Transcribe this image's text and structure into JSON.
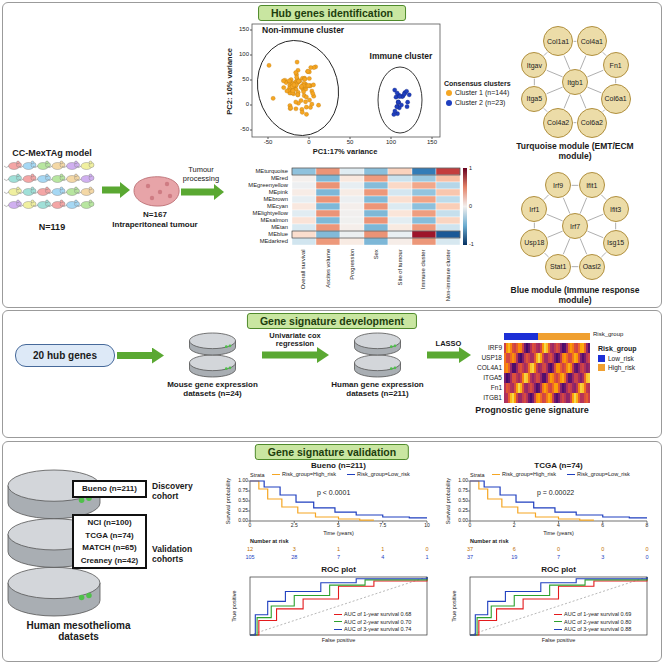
{
  "diagram": {
    "nodes": [
      {
        "text": [
          "Hub genes identification"
        ]
      },
      {
        "text": [
          "Itgav"
        ],
        "in": 0
      },
      {
        "text": [
          "Col1a1"
        ],
        "in": 0
      },
      {
        "text": [
          "Col4a1"
        ],
        "in": 0
      },
      {
        "text": [
          "Fn1"
        ],
        "in": 0
      },
      {
        "text": [
          "Col6a1"
        ],
        "in": 0
      },
      {
        "text": [
          "Col6a2"
        ],
        "in": 0
      },
      {
        "text": [
          "Col4a2"
        ],
        "in": 0
      },
      {
        "text": [
          "Itga5"
        ],
        "in": 0
      },
      {
        "text": [
          "Itgb1"
        ],
        "in": 0
      },
      {
        "text": [
          "Irf1"
        ],
        "in": 0
      },
      {
        "text": [
          "Irf9"
        ],
        "in": 0
      },
      {
        "text": [
          "Ifit1"
        ],
        "in": 0
      },
      {
        "text": [
          "Ifit3"
        ],
        "in": 0
      },
      {
        "text": [
          "Isg15"
        ],
        "in": 0
      },
      {
        "text": [
          "Oasl2"
        ],
        "in": 0
      },
      {
        "text": [
          "Stat1"
        ],
        "in": 0
      },
      {
        "text": [
          "Usp18"
        ],
        "in": 0
      },
      {
        "text": [
          "Irf7"
        ],
        "in": 0
      },
      {
        "text": [
          "Gene signature development"
        ]
      },
      {
        "text": [
          "20 hub genes"
        ],
        "in": 19
      },
      {
        "text": [
          "Mouse gene expression datasets (n=24)"
        ],
        "in": 19
      },
      {
        "text": [
          "Human gene expression datasets (n=211)"
        ],
        "in": 19
      },
      {
        "text": [
          "Prognostic gene signature"
        ],
        "in": 19
      },
      {
        "text": [
          "Gene signature validation"
        ]
      },
      {
        "text": [
          "Human mesothelioma datasets"
        ],
        "in": 24
      },
      {
        "text": [
          "Bueno (n=211)"
        ],
        "in": 25
      },
      {
        "text": [
          "NCI (n=100)",
          "TCGA (n=74)",
          "MATCH (n=65)",
          "Creaney (n=42)"
        ],
        "in": 25
      }
    ],
    "edges": [
      {
        "from": 1,
        "to": 9,
        "arrow": "none"
      },
      {
        "from": 2,
        "to": 9,
        "arrow": "none"
      },
      {
        "from": 3,
        "to": 9,
        "arrow": "none"
      },
      {
        "from": 4,
        "to": 9,
        "arrow": "none"
      },
      {
        "from": 5,
        "to": 9,
        "arrow": "none"
      },
      {
        "from": 6,
        "to": 9,
        "arrow": "none"
      },
      {
        "from": 7,
        "to": 9,
        "arrow": "none"
      },
      {
        "from": 8,
        "to": 9,
        "arrow": "none"
      },
      {
        "from": 1,
        "to": 2,
        "arrow": "none"
      },
      {
        "from": 2,
        "to": 3,
        "arrow": "none"
      },
      {
        "from": 3,
        "to": 4,
        "arrow": "none"
      },
      {
        "from": 4,
        "to": 5,
        "arrow": "none"
      },
      {
        "from": 5,
        "to": 6,
        "arrow": "none"
      },
      {
        "from": 6,
        "to": 7,
        "arrow": "none"
      },
      {
        "from": 7,
        "to": 8,
        "arrow": "none"
      },
      {
        "from": 8,
        "to": 1,
        "arrow": "none"
      },
      {
        "from": 10,
        "to": 18,
        "arrow": "none"
      },
      {
        "from": 11,
        "to": 18,
        "arrow": "none"
      },
      {
        "from": 12,
        "to": 18,
        "arrow": "none"
      },
      {
        "from": 13,
        "to": 18,
        "arrow": "none"
      },
      {
        "from": 14,
        "to": 18,
        "arrow": "none"
      },
      {
        "from": 15,
        "to": 18,
        "arrow": "none"
      },
      {
        "from": 16,
        "to": 18,
        "arrow": "none"
      },
      {
        "from": 17,
        "to": 18,
        "arrow": "none"
      },
      {
        "from": 10,
        "to": 11,
        "arrow": "none"
      },
      {
        "from": 11,
        "to": 12,
        "arrow": "none"
      },
      {
        "from": 12,
        "to": 13,
        "arrow": "none"
      },
      {
        "from": 13,
        "to": 14,
        "arrow": "none"
      },
      {
        "from": 14,
        "to": 15,
        "arrow": "none"
      },
      {
        "from": 15,
        "to": 16,
        "arrow": "none"
      },
      {
        "from": 16,
        "to": 17,
        "arrow": "none"
      },
      {
        "from": 17,
        "to": 10,
        "arrow": "none"
      },
      {
        "from": 20,
        "to": 21,
        "arrow": "to"
      },
      {
        "from": 21,
        "to": 22,
        "label": "Univariate cox regression",
        "arrow": "to"
      },
      {
        "from": 22,
        "to": 23,
        "label": "LASSO",
        "arrow": "to"
      }
    ],
    "labels": [
      "CC-MexTAg model",
      "N=119",
      "Tumour processing",
      "N=167",
      "Intraperitoneal tumour",
      "Non-immune cluster",
      "Immune cluster",
      "Consensus clusters",
      "PC2: 10% variance",
      "PC1:17% variance",
      "-50",
      "0",
      "50",
      "100",
      "150",
      "150",
      "100",
      "50",
      "0",
      "-50",
      "MEturquoise",
      "MEred",
      "MEgreenyellow",
      "MEpink",
      "MEbrown",
      "MEcyan",
      "MElightyellow",
      "MEsalmon",
      "MEtan",
      "MEblue",
      "MEdarkred",
      "Overall survival",
      "Ascites volume",
      "Progression",
      "Sex",
      "Site of tumour",
      "Immune cluster",
      "Non-immune cluster",
      "1",
      "0",
      "-1",
      "Turquoise module (EMT/ECM module)",
      "Blue module (Immune response module)",
      "Risk_group",
      "IRF9",
      "USP18",
      "COL4A1",
      "ITGA5",
      "Fn1",
      "ITGB1",
      "Risk_group",
      "Discovery cohort",
      "Validation cohorts",
      "Bueno (n=211)",
      "Strata",
      "p < 0.0001",
      "Survival probability",
      "Time (years)",
      "1.00",
      "0.75",
      "0.50",
      "0.25",
      "0.00",
      "0",
      "2.5",
      "5",
      "7.5",
      "10",
      "Number at risk",
      "12",
      "3",
      "1",
      "1",
      "0",
      "105",
      "28",
      "7",
      "4",
      "1",
      "TCGA (n=74)",
      "Strata",
      "p = 0.00022",
      "Survival probability",
      "Time (years)",
      "1.00",
      "0.75",
      "0.50",
      "0.25",
      "0.00",
      "0",
      "2",
      "4",
      "6",
      "8",
      "Number at risk",
      "37",
      "6",
      "0",
      "0",
      "0",
      "37",
      "19",
      "7",
      "3",
      "0",
      "ROC plot",
      "True positive",
      "False positive",
      "ROC plot",
      "True positive",
      "False positive"
    ],
    "legend": [
      {
        "text": "Cluster 1 (n=144)",
        "color": "#f5a623"
      },
      {
        "text": "Cluster 2 (n=23)",
        "color": "#1f3fbf"
      },
      {
        "text": "Low_risk",
        "color": "#1c2fd6"
      },
      {
        "text": "High_risk",
        "color": "#f0a030"
      },
      {
        "text": "Risk_group=High_risk"
      },
      {
        "text": "Risk_group=Low_risk"
      },
      {
        "text": "Risk_group=High_risk"
      },
      {
        "text": "Risk_group=Low_risk"
      },
      {
        "text": "AUC of 1-year survival 0.68"
      },
      {
        "text": "AUC of 2-year survival 0.70"
      },
      {
        "text": "AUC of 3-year survival 0.74"
      },
      {
        "text": "AUC of 1-year survival 0.69"
      },
      {
        "text": "AUC of 2-year survival 0.80"
      },
      {
        "text": "AUC of 3-year survival 0.88"
      }
    ]
  }
}
